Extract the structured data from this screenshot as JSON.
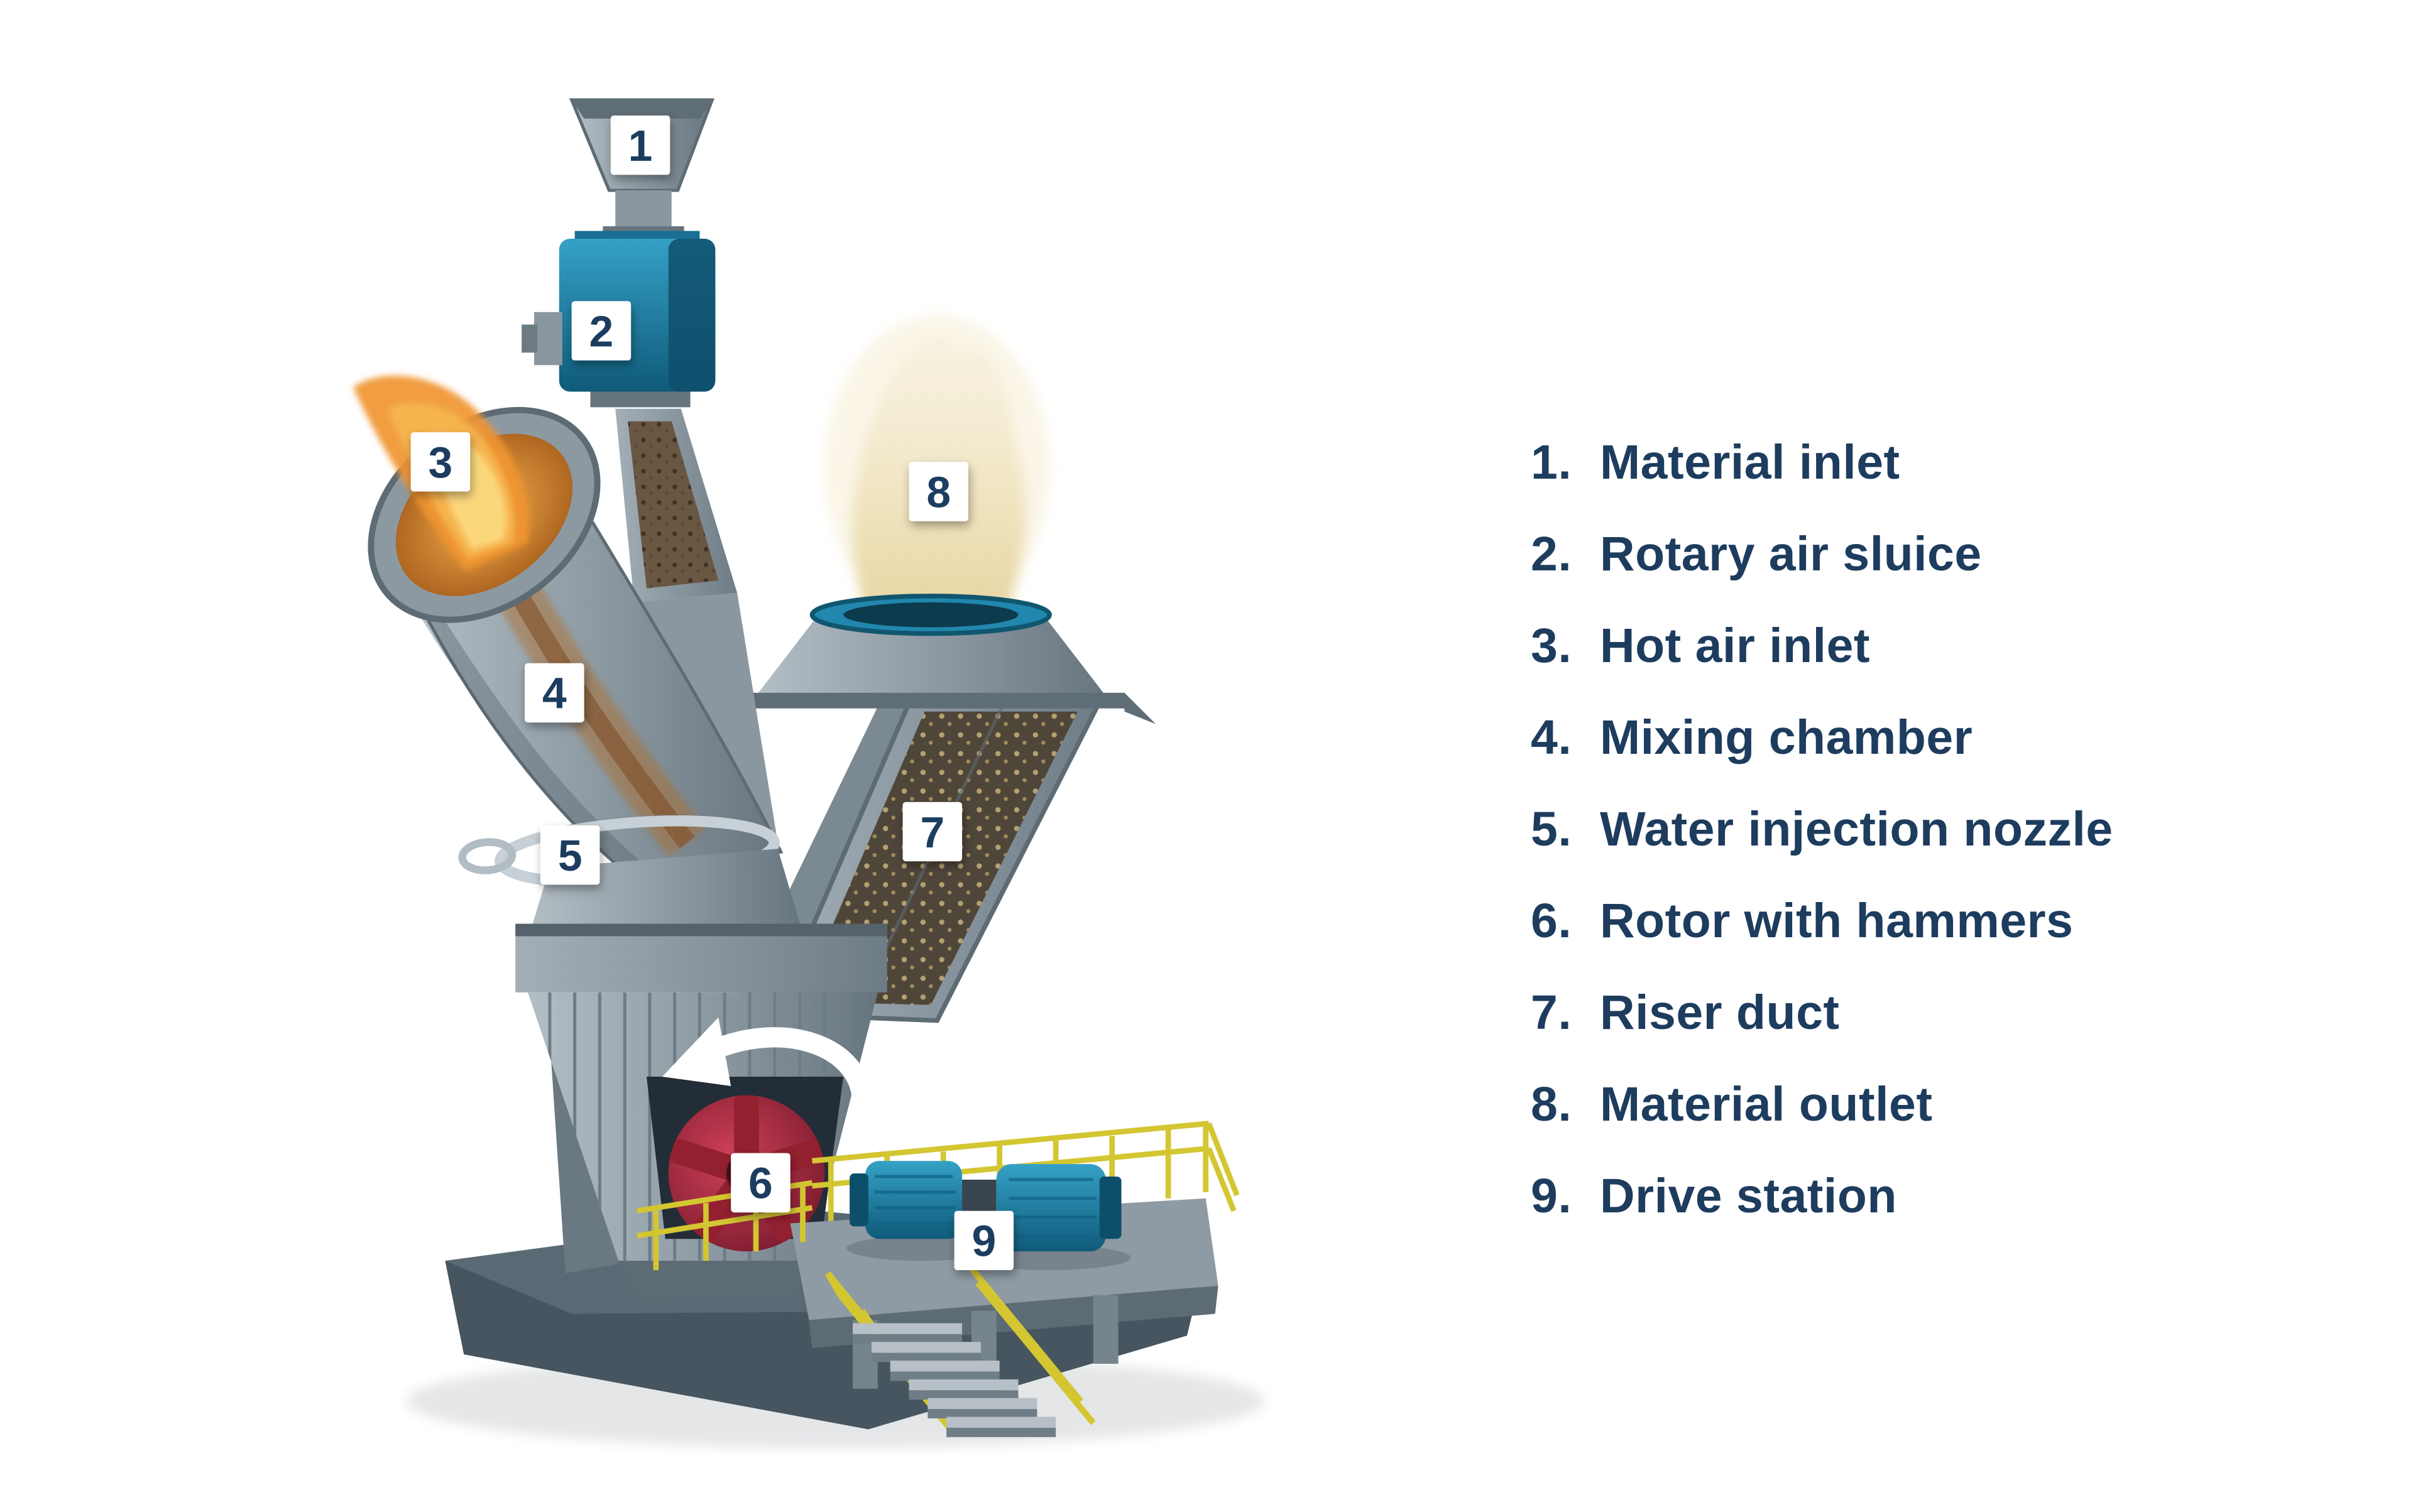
{
  "legend": {
    "items": [
      {
        "number": "1",
        "num_display": "1.",
        "label": "Material inlet"
      },
      {
        "number": "2",
        "num_display": "2.",
        "label": "Rotary air sluice"
      },
      {
        "number": "3",
        "num_display": "3.",
        "label": "Hot air inlet"
      },
      {
        "number": "4",
        "num_display": "4.",
        "label": "Mixing chamber"
      },
      {
        "number": "5",
        "num_display": "5.",
        "label": "Water injection nozzle"
      },
      {
        "number": "6",
        "num_display": "6.",
        "label": "Rotor with hammers"
      },
      {
        "number": "7",
        "num_display": "7.",
        "label": "Riser duct"
      },
      {
        "number": "8",
        "num_display": "8.",
        "label": "Material outlet"
      },
      {
        "number": "9",
        "num_display": "9.",
        "label": "Drive station"
      }
    ]
  },
  "colors": {
    "legend_text": "#1d3c5e",
    "badge_bg": "#ffffff",
    "badge_text": "#1d3c5e",
    "machine_teal": "#1f86ad",
    "flame_orange": "#f0952f",
    "rotor_red": "#a8243c",
    "railing_yellow": "#d3c631",
    "vapor_cream": "#eedfae",
    "steel_gray": "#8a97a0",
    "base_slate": "#46555f"
  }
}
